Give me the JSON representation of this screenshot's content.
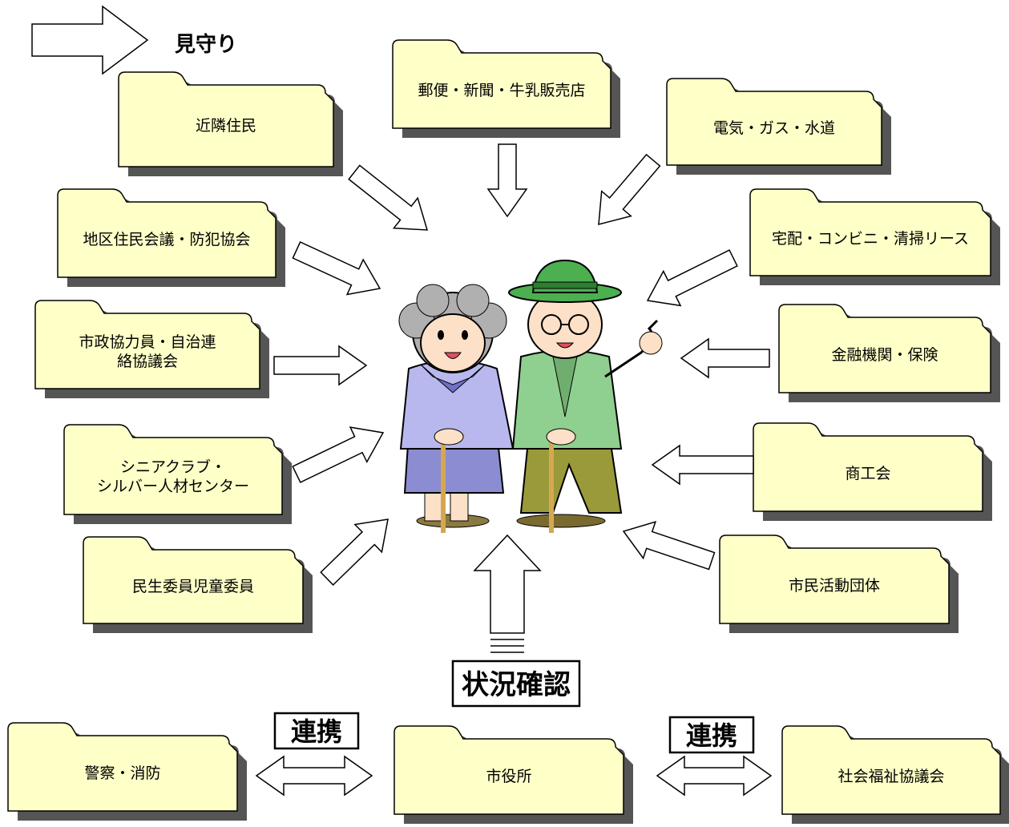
{
  "legend": {
    "label": "見守り"
  },
  "nodes": {
    "kinrin": "近隣住民",
    "yubin": "郵便・新聞・牛乳販売店",
    "denki": "電気・ガス・水道",
    "chiku": "地区住民会議・防犯協会",
    "takuhai": "宅配・コンビニ・清掃リース",
    "shisei_line1": "市政協力員・自治連",
    "shisei_line2": "絡協議会",
    "kinyu": "金融機関・保険",
    "senior_line1": "シニアクラブ・",
    "senior_line2": "シルバー人材センター",
    "shoko": "商工会",
    "minsei": "民生委員児童委員",
    "shimin": "市民活動団体",
    "keisatsu": "警察・消防",
    "shiyakusho": "市役所",
    "shakai": "社会福祉協議会"
  },
  "status_check": "状況確認",
  "renkei_left": "連携",
  "renkei_right": "連携",
  "colors": {
    "folder_fill": "#ffffc8",
    "folder_shadow": "#555555",
    "stroke": "#000000",
    "woman_top": "#b8b8ee",
    "woman_skirt": "#8c8cd2",
    "man_jacket": "#8fcf8f",
    "man_pants": "#9a9a3a",
    "hat": "#4caf50",
    "skin": "#fde0c8",
    "hair": "#b0b0b0"
  }
}
